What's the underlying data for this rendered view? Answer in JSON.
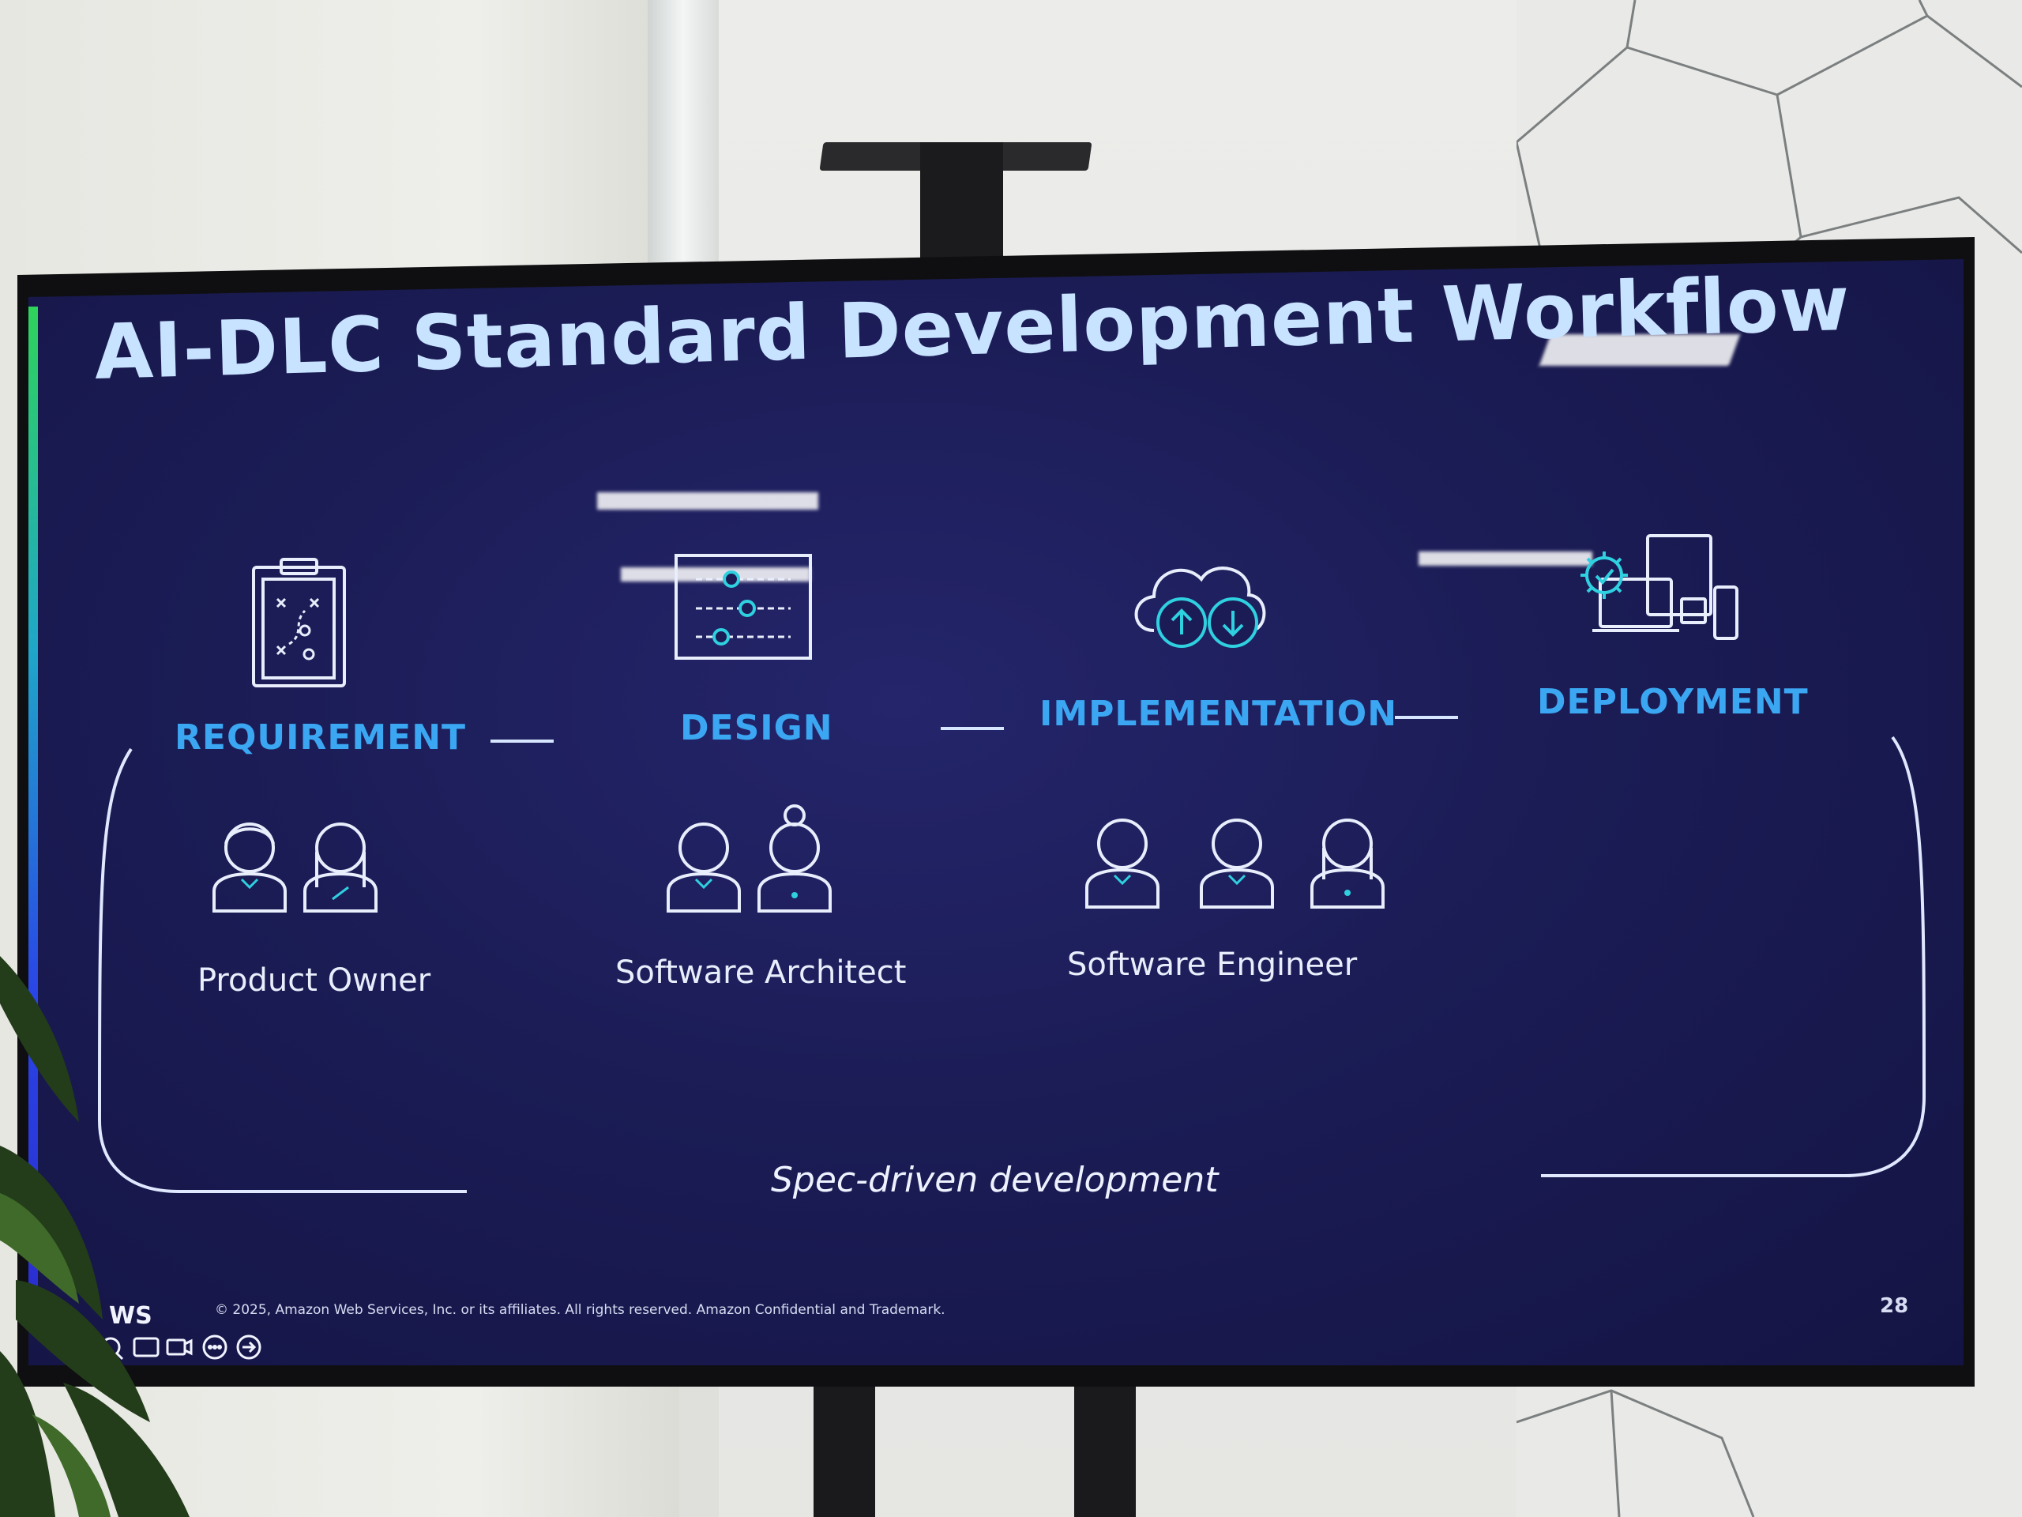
{
  "slide": {
    "title": "AI-DLC Standard Development Workflow",
    "stages": [
      {
        "label": "REQUIREMENT",
        "icon": "clipboard-plan-icon"
      },
      {
        "label": "DESIGN",
        "icon": "sliders-panel-icon"
      },
      {
        "label": "IMPLEMENTATION",
        "icon": "cloud-sync-icon"
      },
      {
        "label": "DEPLOYMENT",
        "icon": "devices-gear-icon"
      }
    ],
    "roles": [
      {
        "label": "Product Owner"
      },
      {
        "label": "Software Architect"
      },
      {
        "label": "Software Engineer"
      }
    ],
    "subtitle": "Spec-driven development",
    "footer": "© 2025, Amazon Web Services, Inc. or its affiliates. All rights reserved. Amazon Confidential and Trademark.",
    "page_number": "28",
    "logo_text": "WS"
  },
  "colors": {
    "screen_bg": "#1b1c55",
    "title": "#c8e3ff",
    "stage_label": "#3ba6f2",
    "icon_accent": "#2fd0e0"
  }
}
